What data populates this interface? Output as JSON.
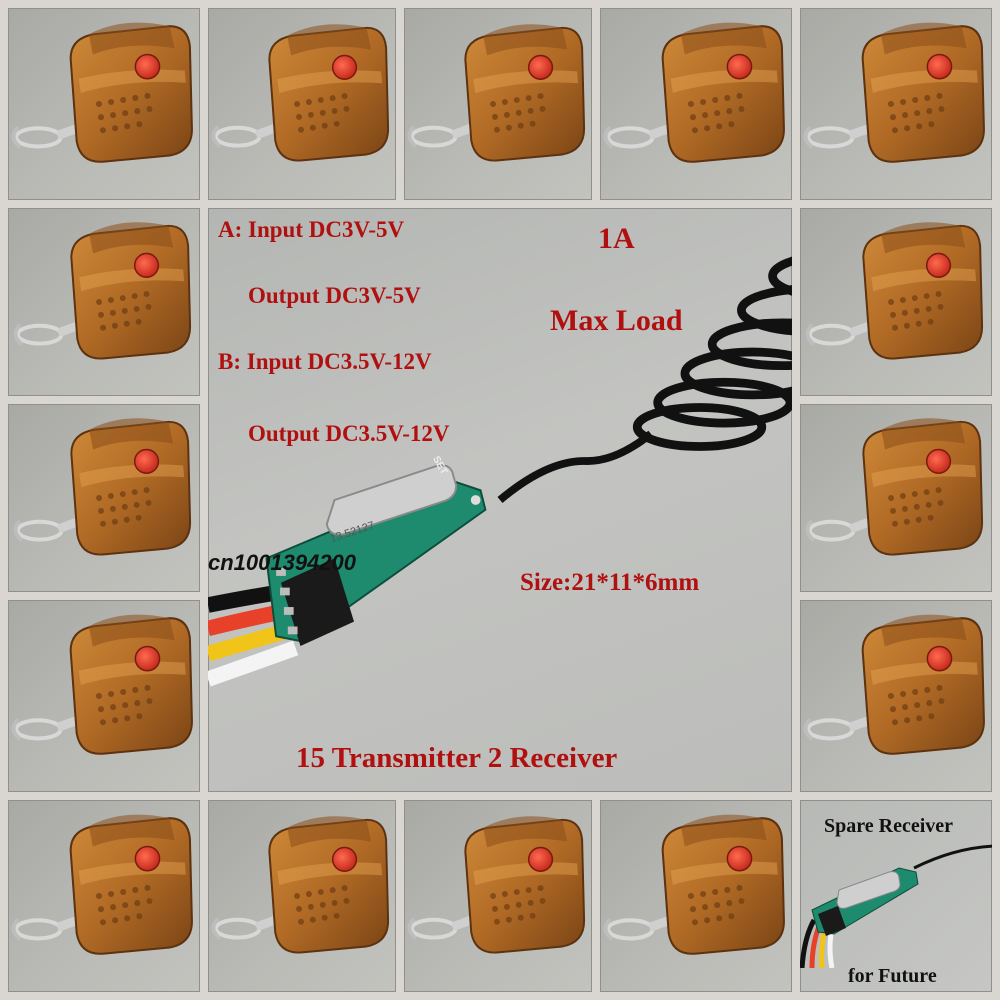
{
  "colors": {
    "text_red": "#b01010",
    "fob_body": "#b5702a",
    "fob_button": "#e03a2a",
    "pcb": "#1e8a6e"
  },
  "spec": {
    "line_a_input": "A:  Input DC3V-5V",
    "line_a_output": "Output DC3V-5V",
    "line_b_input": "B:  Input DC3.5V-12V",
    "line_b_output": "Output DC3.5V-12V",
    "current": "1A",
    "max_load": "Max Load",
    "size": "Size:21*11*6mm",
    "summary": "15 Transmitter 2 Receiver"
  },
  "watermark": "cn1001394200",
  "crystal_label": "13.52127",
  "set_label": "SET",
  "spare": {
    "top": "Spare Receiver",
    "bottom": "for Future"
  },
  "tiles": {
    "transmitter_count": 15,
    "receiver_count": 2,
    "icon": "remote-key-fob-icon"
  }
}
